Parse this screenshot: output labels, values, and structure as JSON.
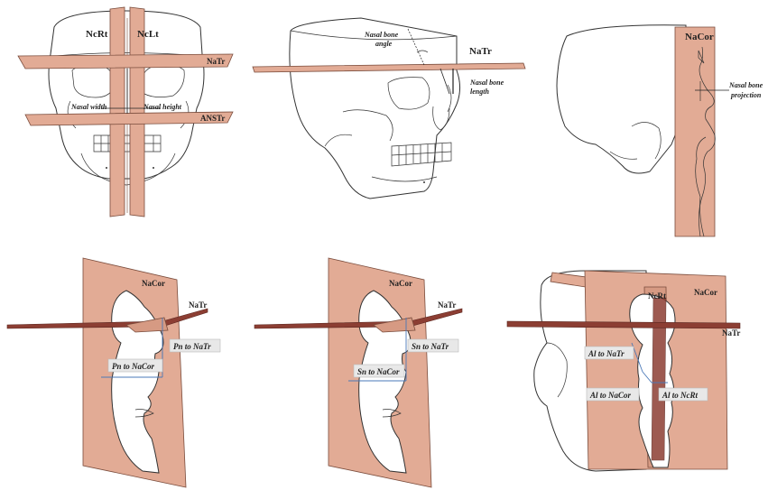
{
  "panels": {
    "p1": {
      "ncrt": "NcRt",
      "nclt": "NcLt",
      "natr": "NaTr",
      "nasal_width": "Nasal width",
      "nasal_height": "Nasal height",
      "anstr": "ANSTr"
    },
    "p2": {
      "nasal_bone_angle_1": "Nasal bone",
      "nasal_bone_angle_2": "angle",
      "natr": "NaTr",
      "nasal_bone_length_1": "Nasal bone",
      "nasal_bone_length_2": "length"
    },
    "p3": {
      "nacor": "NaCor",
      "proj_1": "Nasal bone",
      "proj_2": "projection"
    },
    "p4": {
      "nacor": "NaCor",
      "natr": "NaTr",
      "prn_natr": "Pn to NaTr",
      "prn_nacor": "Pn to NaCor"
    },
    "p5": {
      "nacor": "NaCor",
      "natr": "NaTr",
      "sn_natr": "Sn to NaTr",
      "sn_nacor": "Sn to NaCor"
    },
    "p6": {
      "ncrt": "NcRt",
      "nacor": "NaCor",
      "natr": "NaTr",
      "al_natr": "Al to NaTr",
      "al_nacor": "Al to NaCor",
      "al_ncrt": "Al to NcRt"
    }
  },
  "colors": {
    "plane": "#e2ab95",
    "plane_dark": "#8c3e33",
    "line_blue": "#4a78b8"
  }
}
